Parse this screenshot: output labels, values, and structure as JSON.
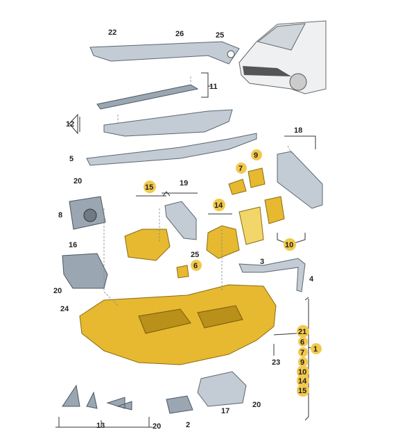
{
  "diagram": {
    "title": "Headlight exploded parts diagram",
    "highlight_color": "#f2c94c",
    "labels": {
      "p22": "22",
      "p26": "26",
      "p25a": "25",
      "p11": "11",
      "p12": "12",
      "p18": "18",
      "p9": "9",
      "p5": "5",
      "p7": "7",
      "p20a": "20",
      "p15": "15",
      "p19": "19",
      "p14": "14",
      "p8": "8",
      "p16": "16",
      "p10": "10",
      "p25b": "25",
      "p6": "6",
      "p3": "3",
      "p4": "4",
      "p20b": "20",
      "p24": "24",
      "p23": "23",
      "p20c": "20",
      "p17": "17",
      "p13": "13",
      "p20d": "20",
      "p2": "2",
      "p1": "1"
    },
    "group_1_items": [
      "21",
      "6",
      "7",
      "9",
      "10",
      "14",
      "15"
    ]
  }
}
